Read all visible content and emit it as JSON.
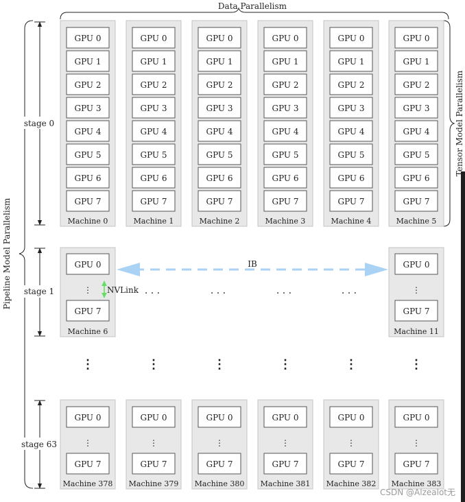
{
  "labels": {
    "data_parallelism": "Data Parallelism",
    "tensor_parallelism": "Tensor Model Parallelism",
    "pipeline_parallelism": "Pipeline Model Parallelism",
    "ib": "IB",
    "nvlink": "NVLink",
    "ellipsis_h": ". . .",
    "ellipsis_v": "⋮",
    "watermark": "CSDN @Alzealot无"
  },
  "colors": {
    "ib_arrow": "#aad2f5",
    "nvlink_arrow": "#66dd66",
    "machine_bg": "#e8e8e8"
  },
  "stage0": {
    "label": "stage 0",
    "gpus": [
      "GPU 0",
      "GPU 1",
      "GPU 2",
      "GPU 3",
      "GPU 4",
      "GPU 5",
      "GPU 6",
      "GPU 7"
    ],
    "machines": [
      "Machine 0",
      "Machine 1",
      "Machine 2",
      "Machine 3",
      "Machine 4",
      "Machine 5"
    ]
  },
  "stage1": {
    "label": "stage 1",
    "gpus": [
      "GPU 0",
      "GPU 7"
    ],
    "machines": [
      "Machine 6",
      "Machine 11"
    ]
  },
  "stage63": {
    "label": "stage 63",
    "gpus": [
      "GPU 0",
      "GPU 7"
    ],
    "machines": [
      "Machine 378",
      "Machine 379",
      "Machine 380",
      "Machine 381",
      "Machine 382",
      "Machine 383"
    ]
  }
}
